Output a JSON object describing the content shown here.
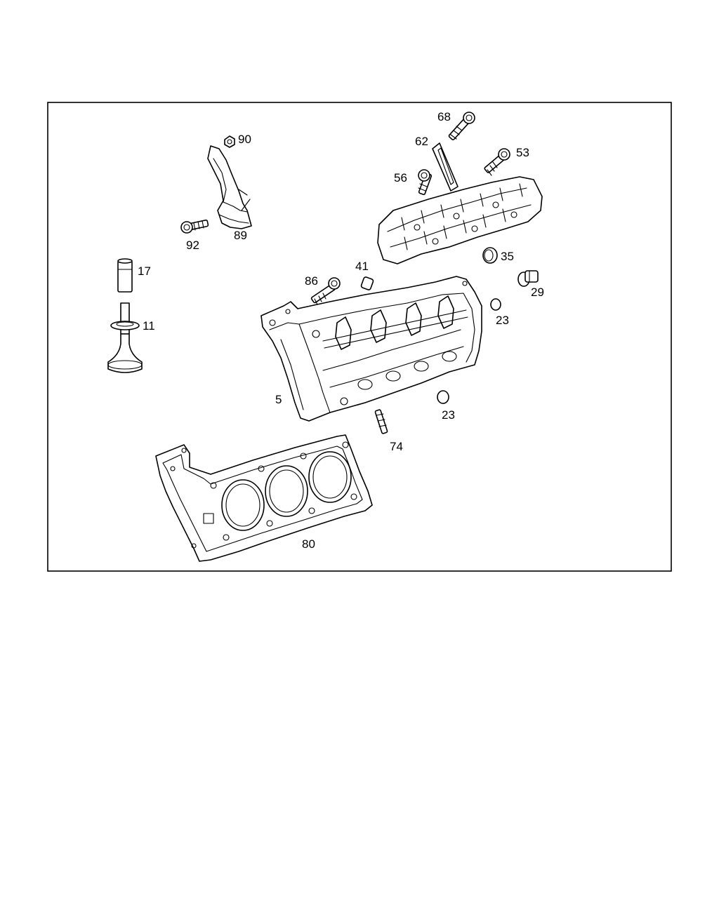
{
  "parts": [
    {
      "key": "p90",
      "number": "90"
    },
    {
      "key": "p89",
      "number": "89"
    },
    {
      "key": "p92",
      "number": "92"
    },
    {
      "key": "p17",
      "number": "17"
    },
    {
      "key": "p11",
      "number": "11"
    },
    {
      "key": "p68",
      "number": "68"
    },
    {
      "key": "p62",
      "number": "62"
    },
    {
      "key": "p53",
      "number": "53"
    },
    {
      "key": "p56",
      "number": "56"
    },
    {
      "key": "p35",
      "number": "35"
    },
    {
      "key": "p41",
      "number": "41"
    },
    {
      "key": "p86",
      "number": "86"
    },
    {
      "key": "p29",
      "number": "29"
    },
    {
      "key": "p23a",
      "number": "23"
    },
    {
      "key": "p5",
      "number": "5"
    },
    {
      "key": "p23b",
      "number": "23"
    },
    {
      "key": "p74",
      "number": "74"
    },
    {
      "key": "p80",
      "number": "80"
    }
  ]
}
